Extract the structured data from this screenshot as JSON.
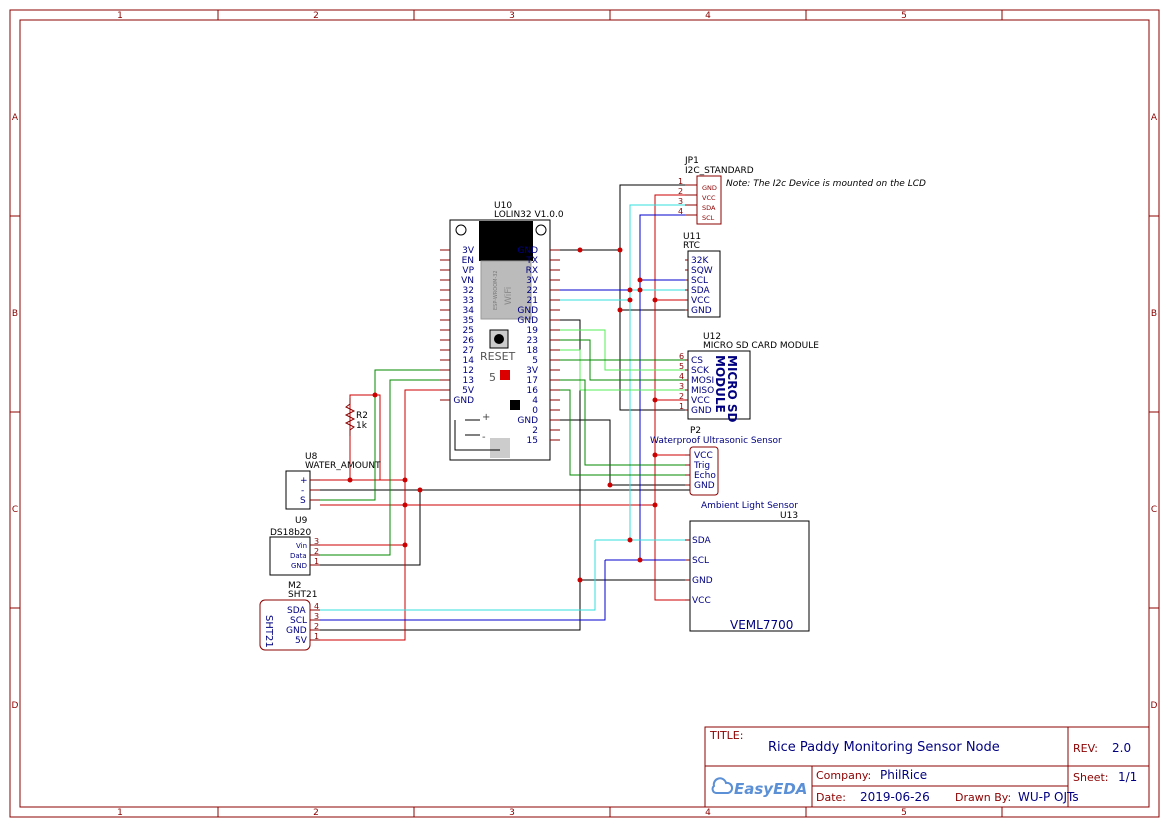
{
  "frame": {
    "cols": [
      "1",
      "2",
      "3",
      "4",
      "5"
    ],
    "rows": [
      "A",
      "B",
      "C",
      "D"
    ]
  },
  "note": "Note: The I2c Device is mounted on the LCD",
  "parts": {
    "jp1": {
      "ref": "JP1",
      "name": "I2C_STANDARD",
      "pins": [
        "GND",
        "VCC",
        "SDA",
        "SCL"
      ],
      "nums": [
        "1",
        "2",
        "3",
        "4"
      ]
    },
    "u10": {
      "ref": "U10",
      "name": "LOLIN32 V1.0.0",
      "left_pins": [
        "3V",
        "EN",
        "VP",
        "VN",
        "32",
        "33",
        "34",
        "35",
        "25",
        "26",
        "27",
        "14",
        "12",
        "13",
        "5V",
        "GND"
      ],
      "right_pins": [
        "GND",
        "TX",
        "RX",
        "3V",
        "22",
        "21",
        "GND",
        "GND",
        "19",
        "23",
        "18",
        "5",
        "3V",
        "17",
        "16",
        "4",
        "0",
        "GND",
        "2",
        "15"
      ],
      "chip_text": "ESP-WROOM-32",
      "wifi": "WiFi",
      "reset": "RESET",
      "five": "5"
    },
    "u11": {
      "ref": "U11",
      "name": "RTC",
      "pins": [
        "32K",
        "SQW",
        "SCL",
        "SDA",
        "VCC",
        "GND"
      ]
    },
    "u12": {
      "ref": "U12",
      "name": "MICRO SD CARD MODULE",
      "body1": "MICRO SD",
      "body2": "MODULE",
      "pins": [
        "CS",
        "SCK",
        "MOSI",
        "MISO",
        "VCC",
        "GND"
      ],
      "nums": [
        "6",
        "5",
        "4",
        "3",
        "2",
        "1"
      ]
    },
    "p2": {
      "ref": "P2",
      "name": "Waterproof Ultrasonic Sensor",
      "pins": [
        "VCC",
        "Trig",
        "Echo",
        "GND"
      ]
    },
    "r2": {
      "ref": "R2",
      "value": "1k"
    },
    "u8": {
      "ref": "U8",
      "name": "WATER_AMOUNT",
      "pins": [
        "+",
        "-",
        "S"
      ]
    },
    "u9": {
      "ref": "U9",
      "name": "DS18b20",
      "pins": [
        "Vin",
        "Data",
        "GND"
      ],
      "nums": [
        "3",
        "2",
        "1"
      ]
    },
    "m2": {
      "ref": "M2",
      "name": "SHT21",
      "body": "SHT21",
      "pins": [
        "SDA",
        "SCL",
        "GND",
        "5V"
      ],
      "nums": [
        "4",
        "3",
        "2",
        "1"
      ]
    },
    "u13": {
      "ref": "U13",
      "name": "Ambient Light Sensor",
      "body": "VEML7700",
      "pins": [
        "SDA",
        "SCL",
        "GND",
        "VCC"
      ]
    }
  },
  "title_block": {
    "title_label": "TITLE:",
    "title": "Rice Paddy Monitoring Sensor Node",
    "rev_label": "REV:",
    "rev": "2.0",
    "company_label": "Company:",
    "company": "PhilRice",
    "sheet_label": "Sheet:",
    "sheet": "1/1",
    "date_label": "Date:",
    "date": "2019-06-26",
    "drawn_label": "Drawn By:",
    "drawn": "WU-P OJTs",
    "logo": "EasyEDA"
  },
  "colors": {
    "frame": "#8b0000",
    "label": "#000080",
    "net_red": "#cc0000",
    "net_blue": "#0000cc",
    "net_cyan": "#33dddd",
    "net_green": "#008800"
  }
}
